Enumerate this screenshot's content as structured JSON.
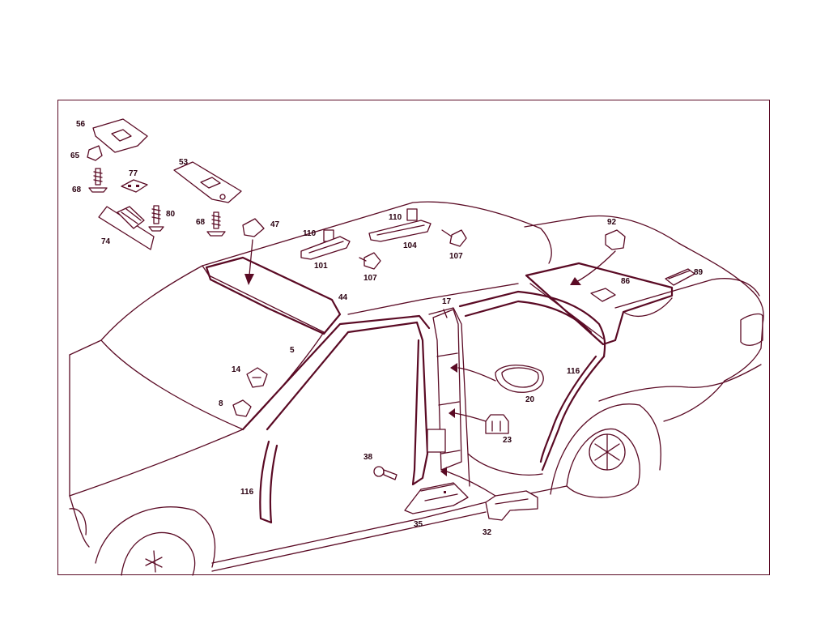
{
  "labels": {
    "p56": "56",
    "p65": "65",
    "p68a": "68",
    "p77": "77",
    "p53": "53",
    "p80": "80",
    "p68b": "68",
    "p74": "74",
    "p47": "47",
    "p110a": "110",
    "p101": "101",
    "p110b": "110",
    "p104": "104",
    "p107a": "107",
    "p107b": "107",
    "p92": "92",
    "p89": "89",
    "p86": "86",
    "p44": "44",
    "p17": "17",
    "p5": "5",
    "p14": "14",
    "p8": "8",
    "p116a": "116",
    "p20": "20",
    "p23": "23",
    "p38": "38",
    "p116b": "116",
    "p35": "35",
    "p32": "32"
  },
  "colors": {
    "line": "#5a0a24",
    "frame": "#5a0a24",
    "text": "#2a0010",
    "background": "#ffffff"
  }
}
